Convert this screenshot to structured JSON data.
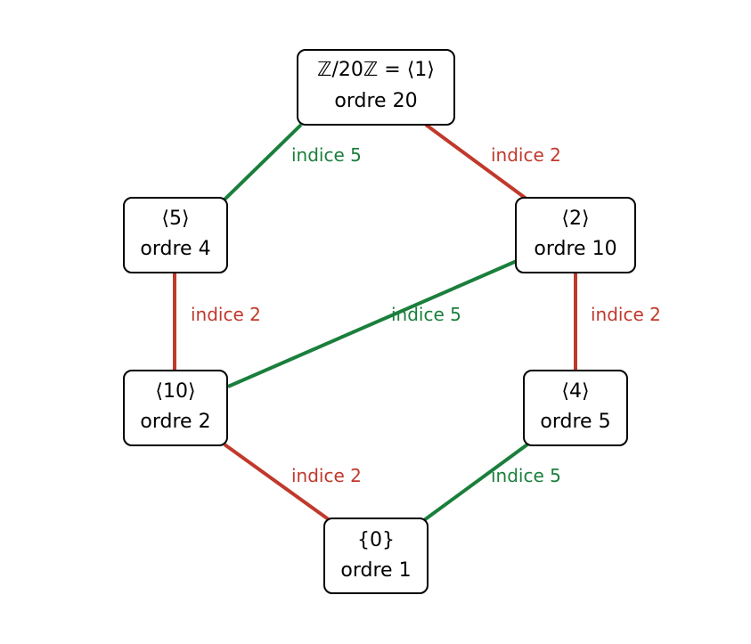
{
  "colors": {
    "index2": "#c0392b",
    "index5": "#1a7f3c"
  },
  "nodes": {
    "top": {
      "line1": "ℤ/20ℤ = ⟨1⟩",
      "line2": "ordre 20"
    },
    "left": {
      "line1": "⟨5⟩",
      "line2": "ordre 4"
    },
    "right": {
      "line1": "⟨2⟩",
      "line2": "ordre 10"
    },
    "midleft": {
      "line1": "⟨10⟩",
      "line2": "ordre 2"
    },
    "midright": {
      "line1": "⟨4⟩",
      "line2": "ordre 5"
    },
    "bottom": {
      "line1": "{0}",
      "line2": "ordre 1"
    }
  },
  "edges": [
    {
      "from": "top",
      "to": "left",
      "label": "indice 5",
      "kind": "index5"
    },
    {
      "from": "top",
      "to": "right",
      "label": "indice 2",
      "kind": "index2"
    },
    {
      "from": "left",
      "to": "midleft",
      "label": "indice 2",
      "kind": "index2"
    },
    {
      "from": "right",
      "to": "midleft",
      "label": "indice 5",
      "kind": "index5"
    },
    {
      "from": "right",
      "to": "midright",
      "label": "indice 2",
      "kind": "index2"
    },
    {
      "from": "midleft",
      "to": "bottom",
      "label": "indice 2",
      "kind": "index2"
    },
    {
      "from": "midright",
      "to": "bottom",
      "label": "indice 5",
      "kind": "index5"
    }
  ]
}
